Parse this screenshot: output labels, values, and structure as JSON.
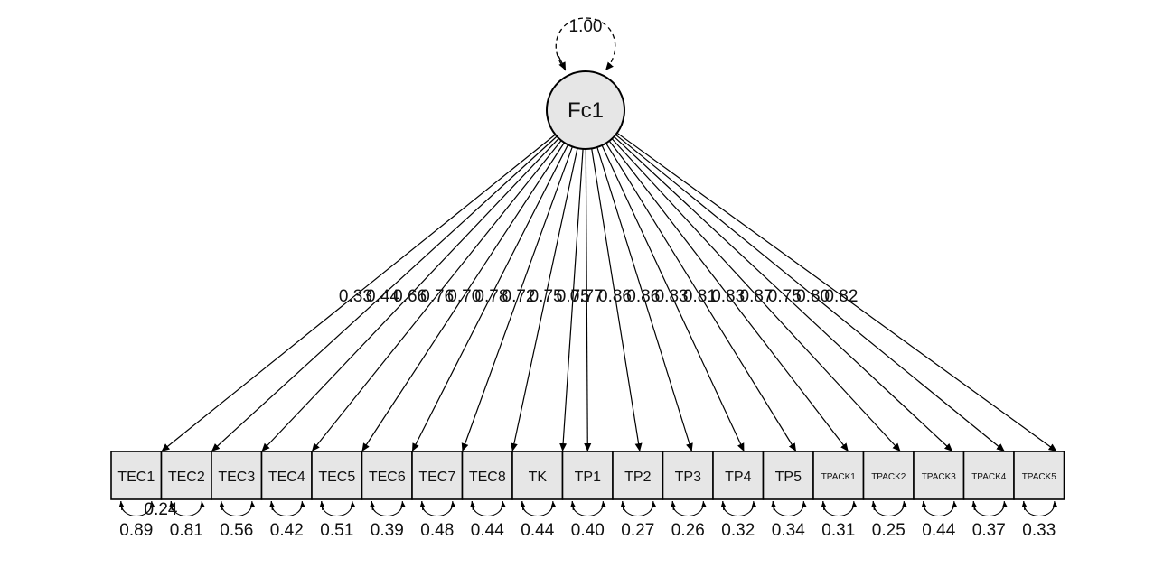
{
  "factor": {
    "name": "Fc1",
    "variance": "1.00"
  },
  "covariance": {
    "value": "0.24",
    "between": [
      "TEC1",
      "TEC2"
    ]
  },
  "indicators": [
    {
      "name": "TEC1",
      "loading": "0.33",
      "residual": "0.89"
    },
    {
      "name": "TEC2",
      "loading": "0.44",
      "residual": "0.81"
    },
    {
      "name": "TEC3",
      "loading": "0.66",
      "residual": "0.56"
    },
    {
      "name": "TEC4",
      "loading": "0.76",
      "residual": "0.42"
    },
    {
      "name": "TEC5",
      "loading": "0.70",
      "residual": "0.51"
    },
    {
      "name": "TEC6",
      "loading": "0.78",
      "residual": "0.39"
    },
    {
      "name": "TEC7",
      "loading": "0.72",
      "residual": "0.48"
    },
    {
      "name": "TEC8",
      "loading": "0.75",
      "residual": "0.44"
    },
    {
      "name": "TK",
      "loading": "0.75",
      "residual": "0.44"
    },
    {
      "name": "TP1",
      "loading": "0.77",
      "residual": "0.40"
    },
    {
      "name": "TP2",
      "loading": "0.86",
      "residual": "0.27"
    },
    {
      "name": "TP3",
      "loading": "0.86",
      "residual": "0.26"
    },
    {
      "name": "TP4",
      "loading": "0.83",
      "residual": "0.32"
    },
    {
      "name": "TP5",
      "loading": "0.81",
      "residual": "0.34"
    },
    {
      "name": "TPACK1",
      "loading": "0.83",
      "residual": "0.31"
    },
    {
      "name": "TPACK2",
      "loading": "0.87",
      "residual": "0.25"
    },
    {
      "name": "TPACK3",
      "loading": "0.75",
      "residual": "0.44"
    },
    {
      "name": "TPACK4",
      "loading": "0.80",
      "residual": "0.37"
    },
    {
      "name": "TPACK5",
      "loading": "0.82",
      "residual": "0.33"
    }
  ],
  "colors": {
    "node_fill": "#e6e6e6",
    "stroke": "#000000"
  }
}
